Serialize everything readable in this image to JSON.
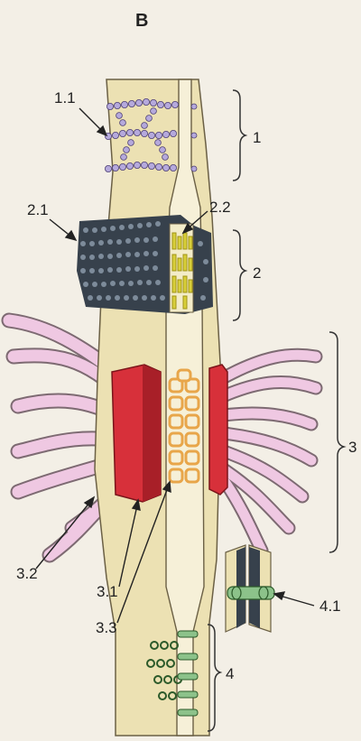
{
  "figure": {
    "panel_letter": "B",
    "labels": {
      "l_1_1": "1.1",
      "l_2_1": "2.1",
      "l_2_2": "2.2",
      "l_3_1": "3.1",
      "l_3_2": "3.2",
      "l_3_3": "3.3",
      "l_4_1": "4.1",
      "region_1": "1",
      "region_2": "2",
      "region_3": "3",
      "region_4": "4"
    },
    "colors": {
      "background": "#f3efe6",
      "cell_membrane": "#ece1b3",
      "cell_outline": "#6b6045",
      "tight_junction_beads": "#b5a9dc",
      "adherens_block": "#37414c",
      "actin_filaments": "#d8cf3a",
      "desmosome_plaque": "#d7303a",
      "intermediate_filaments": "#efc8e2",
      "keratin_network": "#e8a64a",
      "gap_junction": "#8cc28a"
    }
  }
}
